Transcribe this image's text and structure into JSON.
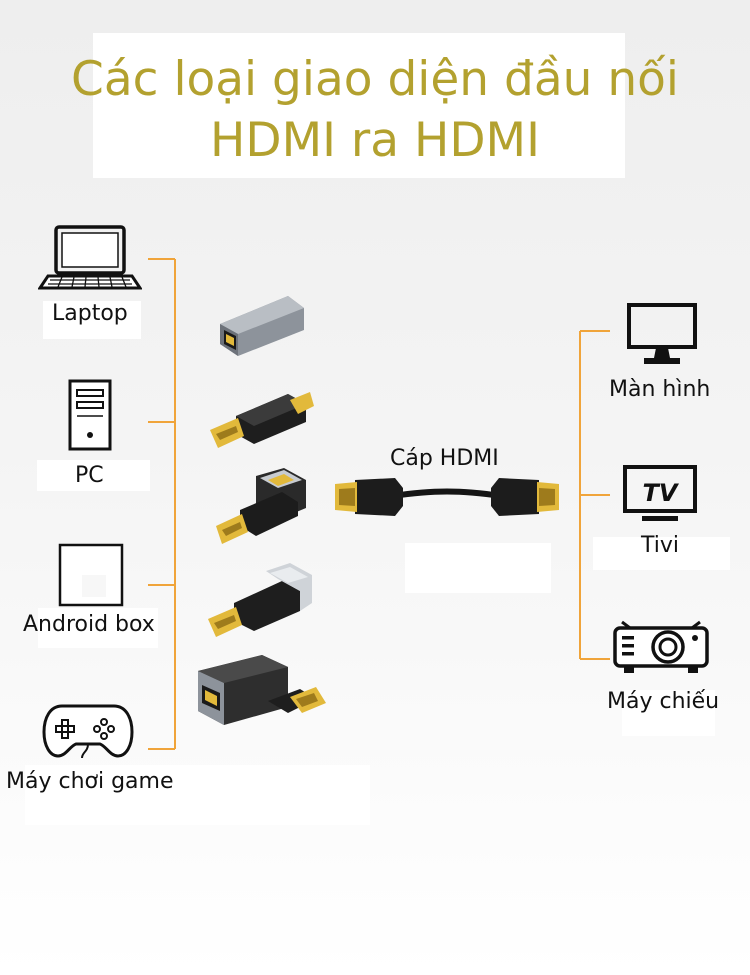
{
  "title": {
    "line1": "Các loại giao diện đầu nối",
    "line2": "HDMI ra HDMI"
  },
  "sources": [
    {
      "label": "Laptop",
      "icon": "laptop-icon"
    },
    {
      "label": "PC",
      "icon": "pc-tower-icon"
    },
    {
      "label": "Android box",
      "icon": "android-box-icon"
    },
    {
      "label": "Máy chơi game",
      "icon": "gamepad-icon"
    }
  ],
  "cable": {
    "label": "Cáp HDMI"
  },
  "destinations": [
    {
      "label": "Màn hình",
      "icon": "monitor-icon"
    },
    {
      "label": "Tivi",
      "icon": "tv-icon",
      "icon_text": "TV"
    },
    {
      "label": "Máy chiếu",
      "icon": "projector-icon"
    }
  ],
  "adapters": [
    "hdmi-female-coupler-icon",
    "hdmi-male-to-female-adapter-icon",
    "hdmi-vertical-angle-adapter-icon",
    "hdmi-angle-adapter-icon",
    "hdmi-l-shape-adapter-icon"
  ],
  "colors": {
    "title": "#b3a12f",
    "bracket": "#f0a43a",
    "icon": "#111111",
    "connector_gold": "#e2b93b"
  }
}
